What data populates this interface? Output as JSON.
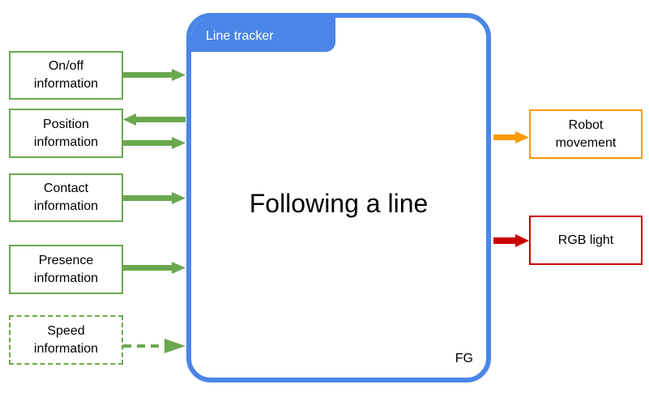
{
  "block": {
    "tab_label": "Line tracker",
    "title": "Following a line",
    "tag": "FG"
  },
  "inputs": [
    {
      "label": "On/off\ninformation"
    },
    {
      "label": "Position\ninformation"
    },
    {
      "label": "Contact\ninformation"
    },
    {
      "label": "Presence\ninformation"
    },
    {
      "label": "Speed\ninformation",
      "optional": true
    }
  ],
  "outputs": [
    {
      "label": "Robot\nmovement",
      "color": "#ff9900"
    },
    {
      "label": "RGB light",
      "color": "#cc0000"
    }
  ],
  "colors": {
    "block": "#4a86e8",
    "input": "#6aa84f"
  }
}
